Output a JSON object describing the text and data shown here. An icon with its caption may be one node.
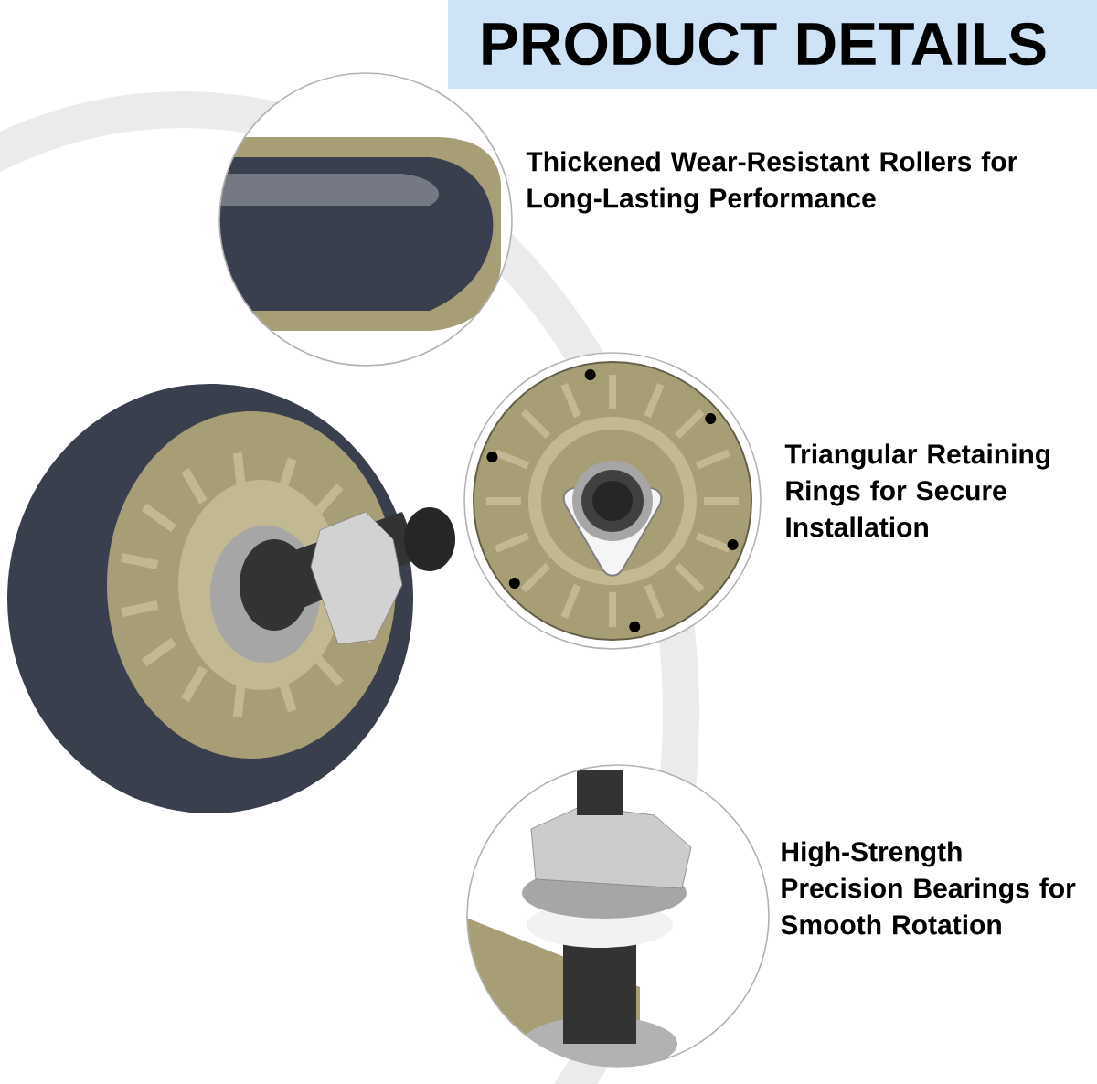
{
  "diagram": {
    "title": "PRODUCT DETAILS",
    "nodes": [
      {
        "text": [],
        "shape": "picture",
        "beside": [
          "Thickened Wear-Resistant Rollers for Long-Lasting Performance"
        ]
      },
      {
        "text": [],
        "shape": "picture",
        "beside": [
          "Triangular Retaining Rings for Secure Installation"
        ]
      },
      {
        "text": [],
        "shape": "picture",
        "beside": [
          "High-Strength Precision Bearings for Smooth Rotation"
        ]
      }
    ]
  }
}
